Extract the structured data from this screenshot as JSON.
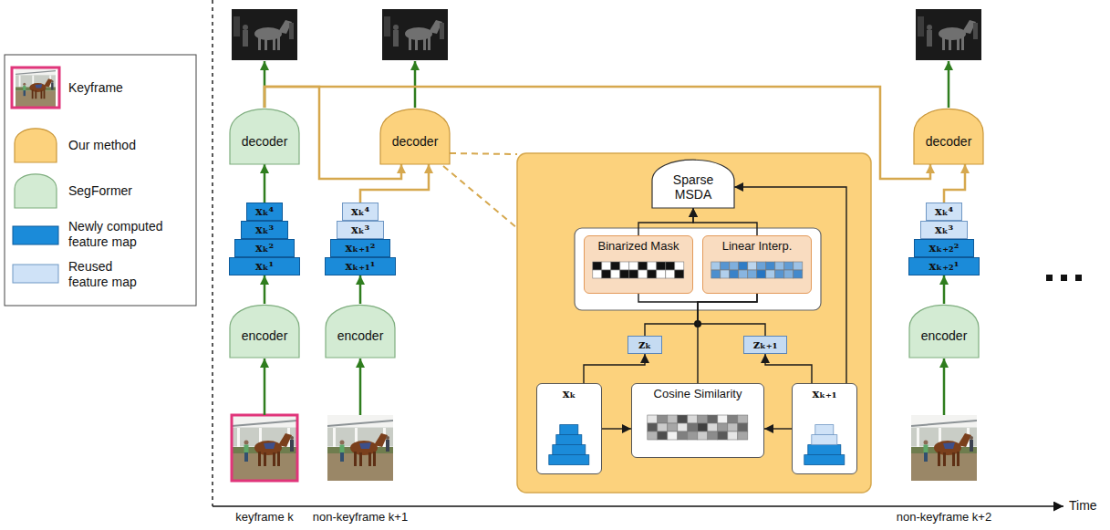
{
  "diagram": {
    "nodes": [
      {
        "text": [
          "decoder"
        ]
      },
      {
        "text": [
          "xₖ⁴"
        ]
      },
      {
        "text": [
          "xₖ³"
        ]
      },
      {
        "text": [
          "xₖ²"
        ]
      },
      {
        "text": [
          "xₖ¹"
        ]
      },
      {
        "text": [
          "encoder"
        ]
      },
      {
        "text": [
          "decoder"
        ]
      },
      {
        "text": [
          "xₖ⁴"
        ]
      },
      {
        "text": [
          "xₖ³"
        ]
      },
      {
        "text": [
          "xₖ₊₁²"
        ]
      },
      {
        "text": [
          "xₖ₊₁¹"
        ]
      },
      {
        "text": [
          "encoder"
        ]
      },
      {
        "text": [
          "Sparse MSDA"
        ]
      },
      {
        "text": [
          "Binarized Mask"
        ]
      },
      {
        "text": [
          "Linear Interp."
        ]
      },
      {
        "text": [
          "zₖ"
        ]
      },
      {
        "text": [
          "zₖ₊₁"
        ]
      },
      {
        "text": [
          "xₖ"
        ]
      },
      {
        "text": [
          "Cosine Similarity"
        ]
      },
      {
        "text": [
          "xₖ₊₁"
        ]
      },
      {
        "text": [
          "decoder"
        ]
      },
      {
        "text": [
          "xₖ⁴"
        ]
      },
      {
        "text": [
          "xₖ³"
        ]
      },
      {
        "text": [
          "xₖ₊₂²"
        ]
      },
      {
        "text": [
          "xₖ₊₂¹"
        ]
      },
      {
        "text": [
          "encoder"
        ]
      }
    ],
    "edges": [
      {
        "from": 5,
        "to": 4,
        "arrow": "to"
      },
      {
        "from": 1,
        "to": 0,
        "arrow": "to"
      },
      {
        "from": 11,
        "to": 10,
        "arrow": "to"
      },
      {
        "from": 7,
        "to": 6,
        "arrow": "to"
      },
      {
        "from": 0,
        "to": 6,
        "arrow": "to"
      },
      {
        "from": 0,
        "to": 20,
        "arrow": "to"
      },
      {
        "from": 25,
        "to": 24,
        "arrow": "to"
      },
      {
        "from": 21,
        "to": 20,
        "arrow": "to"
      },
      {
        "from": 17,
        "to": 18,
        "arrow": "to"
      },
      {
        "from": 19,
        "to": 18,
        "arrow": "to"
      },
      {
        "from": 17,
        "to": 15,
        "arrow": "to"
      },
      {
        "from": 19,
        "to": 16,
        "arrow": "to"
      },
      {
        "from": 18,
        "to": 13,
        "arrow": "none"
      },
      {
        "from": 15,
        "to": 14,
        "arrow": "none"
      },
      {
        "from": 16,
        "to": 14,
        "arrow": "none"
      },
      {
        "from": 13,
        "to": 12,
        "arrow": "to"
      },
      {
        "from": 14,
        "to": 12,
        "arrow": "to"
      },
      {
        "from": 19,
        "to": 12,
        "arrow": "to"
      }
    ],
    "labels": [
      "keyframe k",
      "non-keyframe k+1",
      "non-keyframe k+2",
      "Time"
    ],
    "legend": [
      {
        "text": "Keyframe"
      },
      {
        "text": "Our method",
        "color": "#fcd27d"
      },
      {
        "text": "SegFormer",
        "color": "#d3ebd3"
      },
      {
        "text": "Newly computed feature map",
        "color": "#1b8bd9"
      },
      {
        "text": "Reused feature map",
        "color": "#cfe2f7"
      }
    ]
  }
}
